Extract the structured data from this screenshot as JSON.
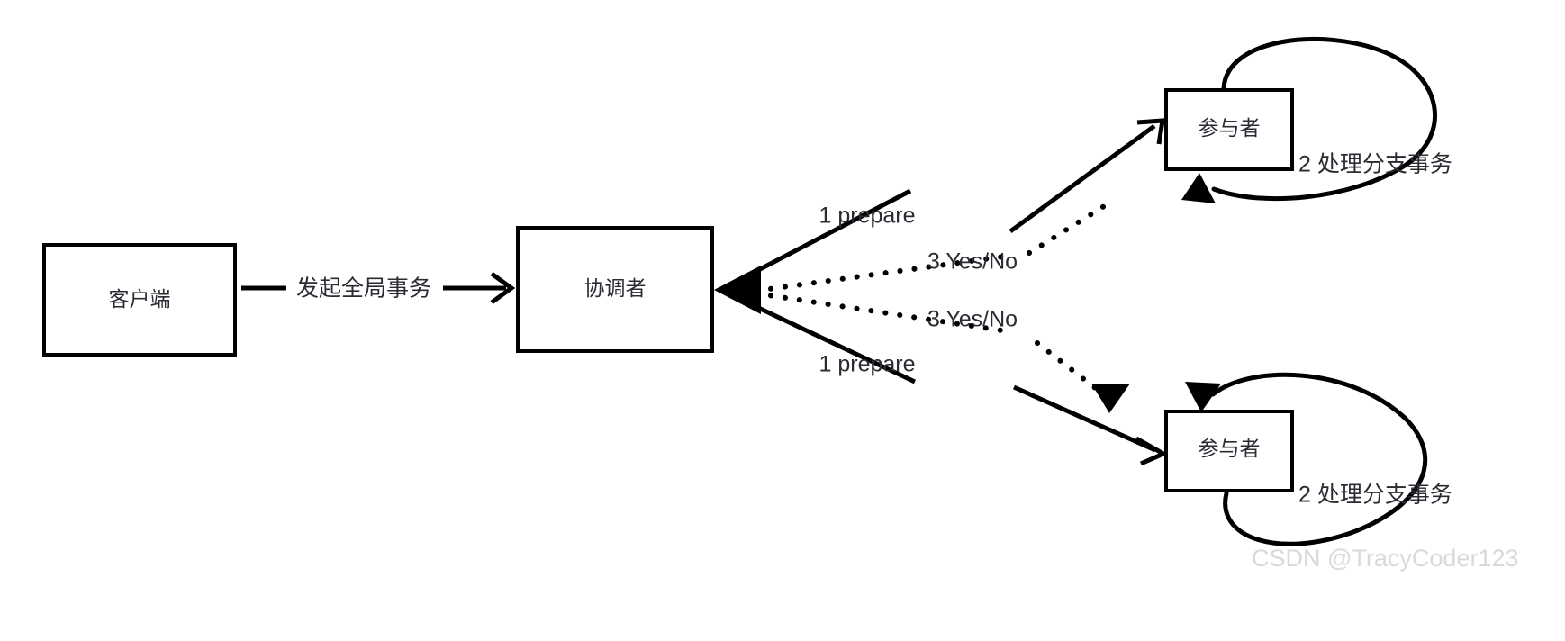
{
  "diagram": {
    "title": "two-phase-commit-flow",
    "background_color": "#ffffff",
    "stroke_color": "#000000",
    "text_color": "#2b2b33",
    "nodes": [
      {
        "id": "client",
        "label": "客户端"
      },
      {
        "id": "coordinator",
        "label": "协调者"
      },
      {
        "id": "participant_top",
        "label": "参与者"
      },
      {
        "id": "participant_bottom",
        "label": "参与者"
      }
    ],
    "edges": [
      {
        "id": "client-to-coordinator",
        "label": "发起全局事务",
        "style": "solid"
      },
      {
        "id": "prepare-top",
        "label": "1 prepare",
        "style": "solid"
      },
      {
        "id": "prepare-bottom",
        "label": "1 prepare",
        "style": "solid"
      },
      {
        "id": "yesno-top",
        "label": "3 Yes/No",
        "style": "dotted"
      },
      {
        "id": "yesno-bottom",
        "label": "3 Yes/No",
        "style": "dotted"
      },
      {
        "id": "branch-loop-top",
        "label": "2 处理分支事务",
        "style": "solid-arc"
      },
      {
        "id": "branch-loop-bottom",
        "label": "2 处理分支事务",
        "style": "solid-arc"
      }
    ]
  },
  "watermark": {
    "text": "CSDN @TracyCoder123",
    "color": "#d9d9d9"
  }
}
